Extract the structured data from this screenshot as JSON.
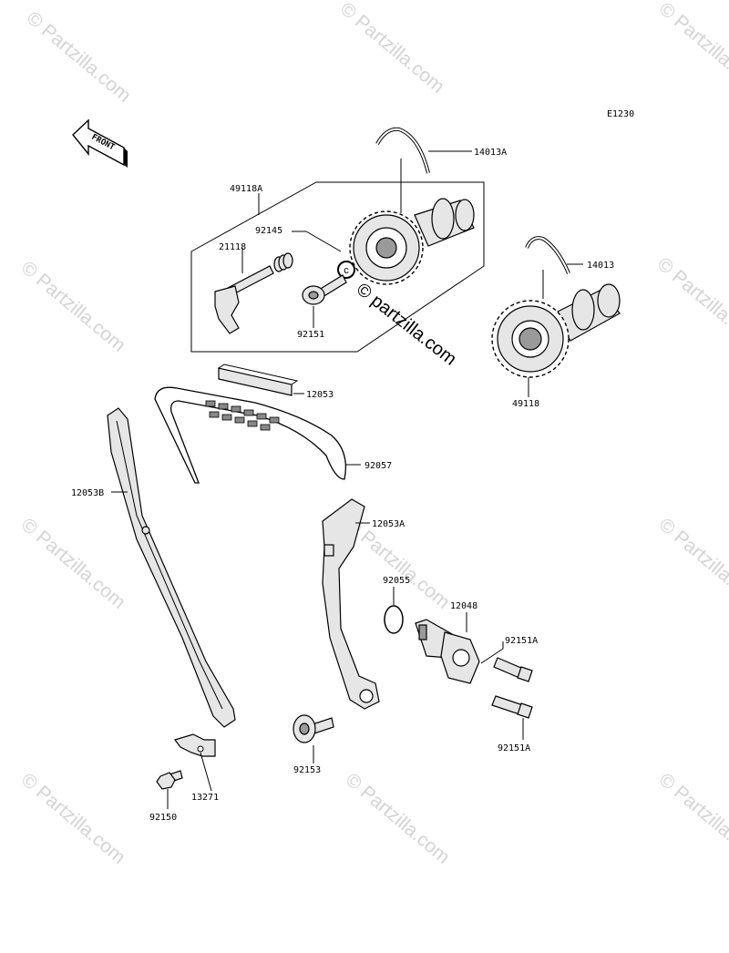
{
  "diagram": {
    "code": "E1230",
    "front_arrow": "FRONT",
    "watermark": "© Partzilla.com",
    "center_watermark": "© partzilla.com",
    "parts": {
      "p14013A": "14013A",
      "p49118A": "49118A",
      "p92145": "92145",
      "p21118": "21118",
      "p92151": "92151",
      "p14013": "14013",
      "p49118": "49118",
      "p12053": "12053",
      "p92057": "92057",
      "p12053B": "12053B",
      "p12053A": "12053A",
      "p92055": "92055",
      "p12048": "12048",
      "p92151A_top": "92151A",
      "p92151A_bottom": "92151A",
      "p92153": "92153",
      "p13271": "13271",
      "p92150": "92150"
    }
  }
}
